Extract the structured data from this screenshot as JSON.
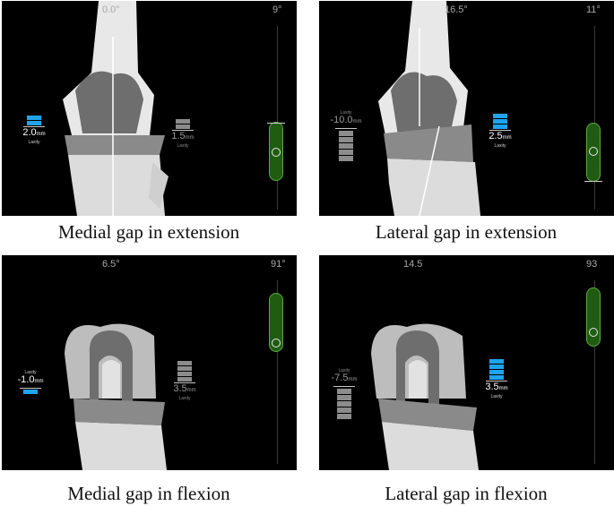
{
  "colors": {
    "active_bar": "#1ea3f0",
    "inactive_bar": "#8c8c8c",
    "capsule_fill": "#1f5c12",
    "capsule_border": "#5ea944"
  },
  "panels": [
    {
      "caption": "Medial gap in extension",
      "angle": "0.0°",
      "flex_angle": "9°",
      "medial": {
        "value": "2.0",
        "unit": "mm",
        "label": "Laxity",
        "active": true
      },
      "lateral": {
        "value": "1.5",
        "unit": "mm",
        "label": "Laxity",
        "active": false
      }
    },
    {
      "caption": "Lateral gap in extension",
      "angle": "16.5°",
      "flex_angle": "11°",
      "medial": {
        "value": "-10.0",
        "unit": "mm",
        "label": "Laxity",
        "active": false
      },
      "lateral": {
        "value": "2.5",
        "unit": "mm",
        "label": "Laxity",
        "active": true
      }
    },
    {
      "caption": "Medial gap in flexion",
      "angle": "6.5°",
      "flex_angle": "91°",
      "medial": {
        "value": "-1.0",
        "unit": "mm",
        "label": "Laxity",
        "active": true
      },
      "lateral": {
        "value": "3.5",
        "unit": "mm",
        "label": "Laxity",
        "active": false
      }
    },
    {
      "caption": "Lateral gap in flexion",
      "angle": "14.5",
      "flex_angle": "93",
      "medial": {
        "value": "-7.5",
        "unit": "mm",
        "label": "Laxity",
        "active": false
      },
      "lateral": {
        "value": "3.5",
        "unit": "mm",
        "label": "Laxity",
        "active": true
      }
    }
  ]
}
